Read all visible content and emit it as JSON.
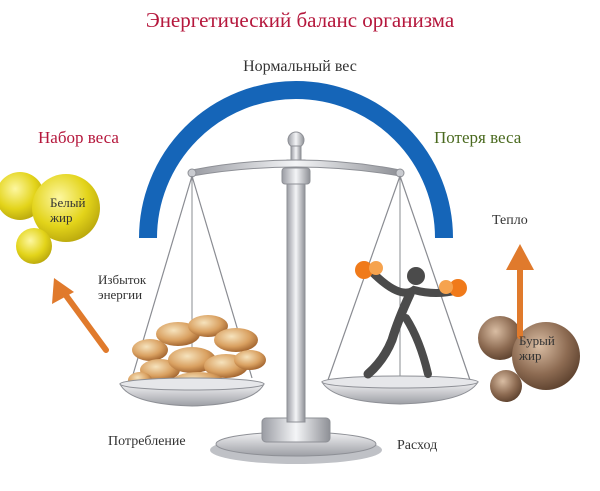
{
  "title": "Энергетический баланс организма",
  "normal_weight": "Нормальный вес",
  "weight_gain": "Набор веса",
  "weight_loss": "Потеря веса",
  "white_fat": "Белый жир",
  "excess_energy": "Избыток энергии",
  "heat": "Тепло",
  "brown_fat": "Бурый жир",
  "intake": "Потребление",
  "expenditure": "Расход",
  "colors": {
    "title": "#b5173c",
    "gain": "#b5173c",
    "loss": "#4a6a1f",
    "arc": "#1565b8",
    "arrow": "#e07a2c",
    "white_fat": "#e6d81c",
    "brown_fat": "#8a6a50",
    "text": "#333333"
  }
}
